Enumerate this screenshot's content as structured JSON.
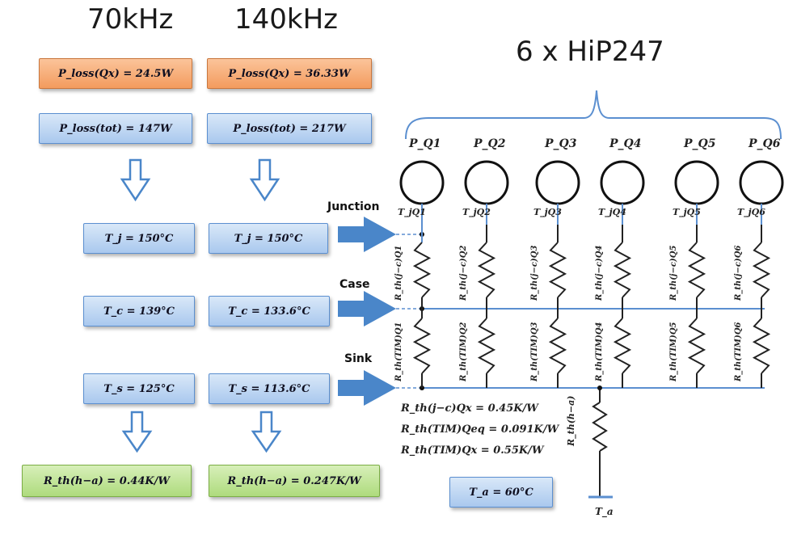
{
  "headers": {
    "col1": "70kHz",
    "col2": "140kHz",
    "module": "6 x HiP247"
  },
  "col1": {
    "ploss_qx": "P_loss(Qx) = 24.5W",
    "ploss_tot": "P_loss(tot) = 147W",
    "tj": "T_j = 150°C",
    "tc": "T_c = 139°C",
    "ts": "T_s = 125°C",
    "rth": "R_th(h−a) = 0.44K/W"
  },
  "col2": {
    "ploss_qx": "P_loss(Qx) = 36.33W",
    "ploss_tot": "P_loss(tot) = 217W",
    "tj": "T_j = 150°C",
    "tc": "T_c = 133.6°C",
    "ts": "T_s = 113.6°C",
    "rth": "R_th(h−a) = 0.247K/W"
  },
  "nodes": {
    "junction": "Junction",
    "case": "Case",
    "sink": "Sink"
  },
  "devices": [
    "P_Q1",
    "P_Q2",
    "P_Q3",
    "P_Q4",
    "P_Q5",
    "P_Q6"
  ],
  "junction_temps": [
    "T_jQ1",
    "T_jQ2",
    "T_jQ3",
    "T_jQ4",
    "T_jQ5",
    "T_jQ6"
  ],
  "rth_jc": [
    "R_th(j−c)Q1",
    "R_th(j−c)Q2",
    "R_th(j−c)Q3",
    "R_th(j−c)Q4",
    "R_th(j−c)Q5",
    "R_th(j−c)Q6"
  ],
  "rth_tim": [
    "R_th(TIM)Q1",
    "R_th(TIM)Q2",
    "R_th(TIM)Q3",
    "R_th(TIM)Q4",
    "R_th(TIM)Q5",
    "R_th(TIM)Q6"
  ],
  "rth_ha_label": "R_th(h−a)",
  "equations": [
    "R_th(j−c)Qx = 0.45K/W",
    "R_th(TIM)Qeq = 0.091K/W",
    "R_th(TIM)Qx = 0.55K/W"
  ],
  "ambient": {
    "box": "T_a = 60°C",
    "label": "T_a"
  },
  "colors": {
    "orange": "#f5a66b",
    "blue": "#b8d2f2",
    "green": "#bfe48f",
    "arrow": "#4a86c9",
    "wire": "#5b8fd0"
  }
}
